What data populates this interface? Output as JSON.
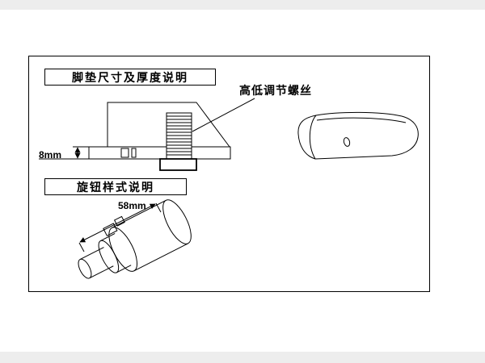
{
  "canvas": {
    "background": "#ffffff",
    "line_color": "#000000"
  },
  "sections": {
    "footpad": {
      "title": "脚垫尺寸及厚度说明"
    },
    "knob": {
      "title": "旋钮样式说明"
    }
  },
  "annotations": {
    "screw_label": "高低调节螺丝",
    "footpad_thickness": "8mm",
    "knob_length": "58mm"
  }
}
